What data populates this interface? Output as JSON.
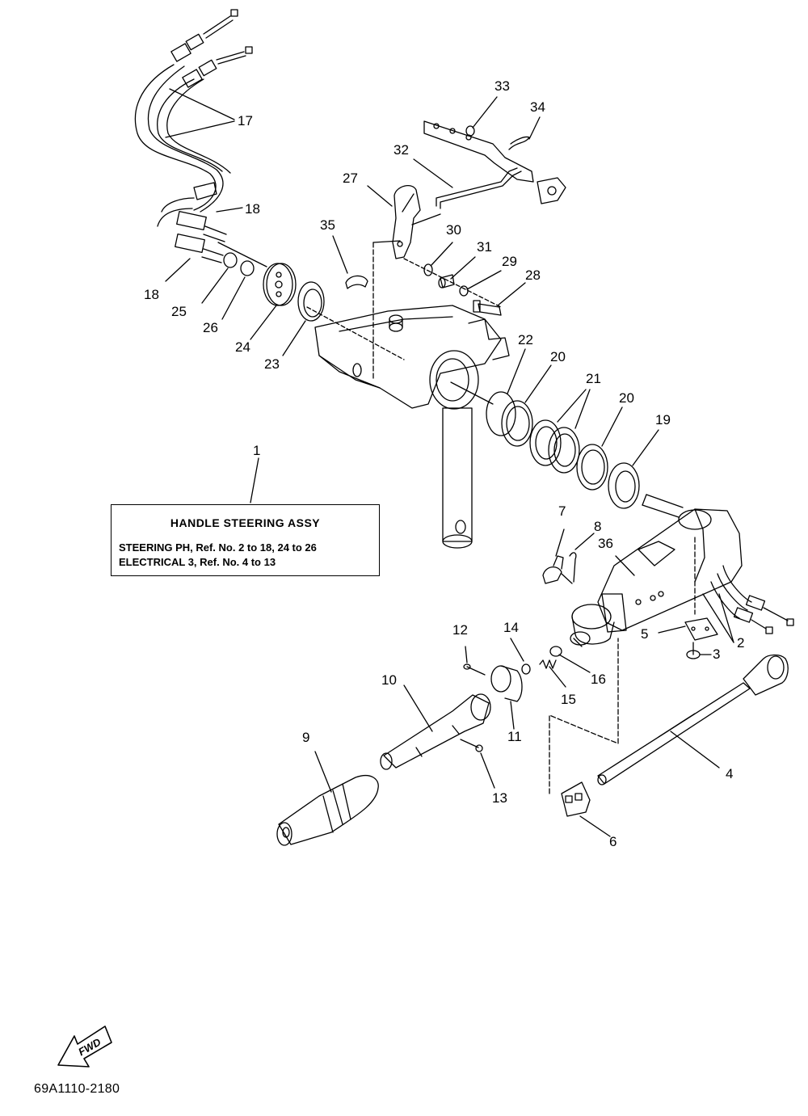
{
  "box": {
    "title": "HANDLE  STEERING ASSY",
    "line1": "STEERING PH,  Ref. No. 2 to 18, 24 to 26",
    "line2": "ELECTRICAL 3, Ref. No. 4 to 13"
  },
  "fwd_label": "FWD",
  "doc_code": "69A1110-2180",
  "labels": {
    "l1": "1",
    "l2": "2",
    "l3": "3",
    "l4": "4",
    "l5": "5",
    "l6": "6",
    "l7": "7",
    "l8": "8",
    "l9": "9",
    "l10": "10",
    "l11": "11",
    "l12": "12",
    "l13": "13",
    "l14": "14",
    "l15": "15",
    "l16": "16",
    "l17": "17",
    "l18a": "18",
    "l18b": "18",
    "l19": "19",
    "l20a": "20",
    "l20b": "20",
    "l21": "21",
    "l22": "22",
    "l23": "23",
    "l24": "24",
    "l25": "25",
    "l26": "26",
    "l27": "27",
    "l28": "28",
    "l29": "29",
    "l30": "30",
    "l31": "31",
    "l32": "32",
    "l33": "33",
    "l34": "34",
    "l35": "35",
    "l36": "36"
  }
}
